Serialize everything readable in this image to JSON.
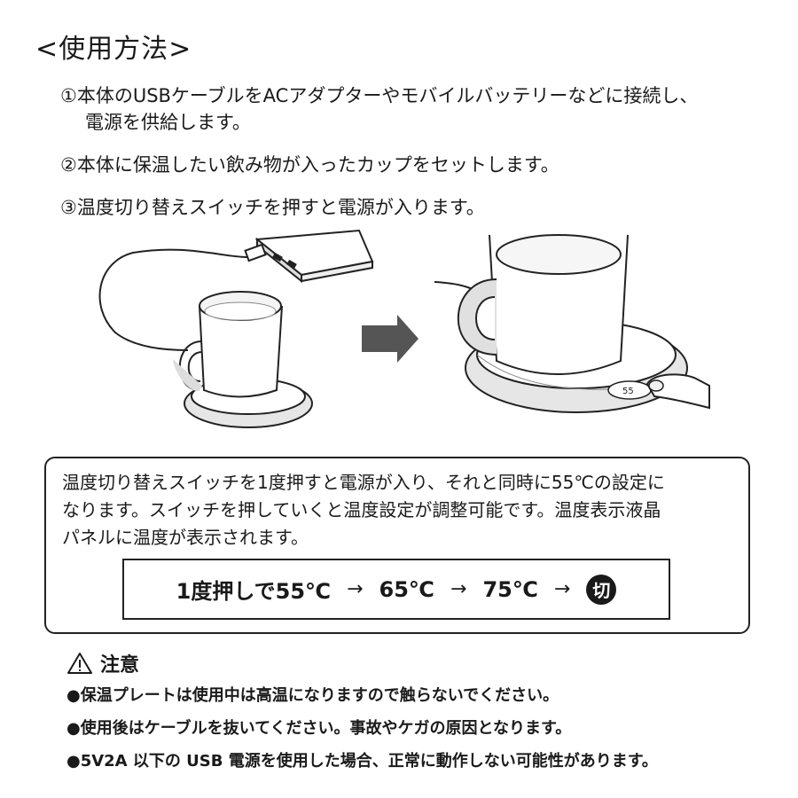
{
  "title": "<使用方法>",
  "steps": [
    {
      "text": "①本体のUSBケーブルをACアダプターやモバイルバッテリーなどに接続し、"
    },
    {
      "text": "電源を供給します。"
    },
    {
      "text": "②本体に保温したい飲み物が入ったカップをセットします。"
    },
    {
      "text": "③温度切り替えスイッチを押すと電源が入ります。"
    }
  ],
  "illustration": {
    "display_value": "55"
  },
  "info": {
    "lines": [
      "温度切り替えスイッチを1度押すと電源が入り、それと同時に55℃の設定に",
      "なります。スイッチを押していくと温度設定が調整可能です。温度表示液晶",
      "パネルに温度が表示されます。"
    ],
    "sequence": {
      "first": "1度押しで55℃",
      "arrow": "→",
      "second": "65℃",
      "third": "75℃",
      "off": "切"
    }
  },
  "caution": {
    "heading": "注意",
    "notes": [
      "●保温プレートは使用中は高温になりますので触らないでください。",
      "●使用後はケーブルを抜いてください。事故やケガの原因となります。",
      "●5V2A 以下の USB 電源を使用した場合、正常に動作しない可能性があります。"
    ]
  }
}
